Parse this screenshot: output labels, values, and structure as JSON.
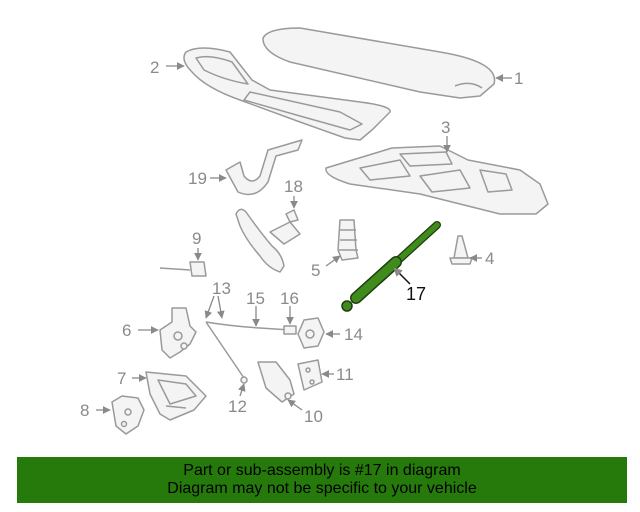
{
  "colors": {
    "part_line": "#9a9a9a",
    "part_fill": "#f4f4f4",
    "highlight_fill": "#3f8c1c",
    "highlight_stroke": "#1f3d0f",
    "banner_bg": "#267a0c"
  },
  "diagram": {
    "labels": {
      "p1": "1",
      "p2": "2",
      "p3": "3",
      "p4": "4",
      "p5": "5",
      "p6": "6",
      "p7": "7",
      "p8": "8",
      "p9": "9",
      "p10": "10",
      "p11": "11",
      "p12": "12",
      "p13": "13",
      "p14": "14",
      "p15": "15",
      "p16": "16",
      "p17": "17",
      "p18": "18",
      "p19": "19"
    },
    "highlighted_part": "17"
  },
  "banner": {
    "line1": "Part or sub-assembly is #17 in diagram",
    "line2": "Diagram may not be specific to your vehicle"
  }
}
